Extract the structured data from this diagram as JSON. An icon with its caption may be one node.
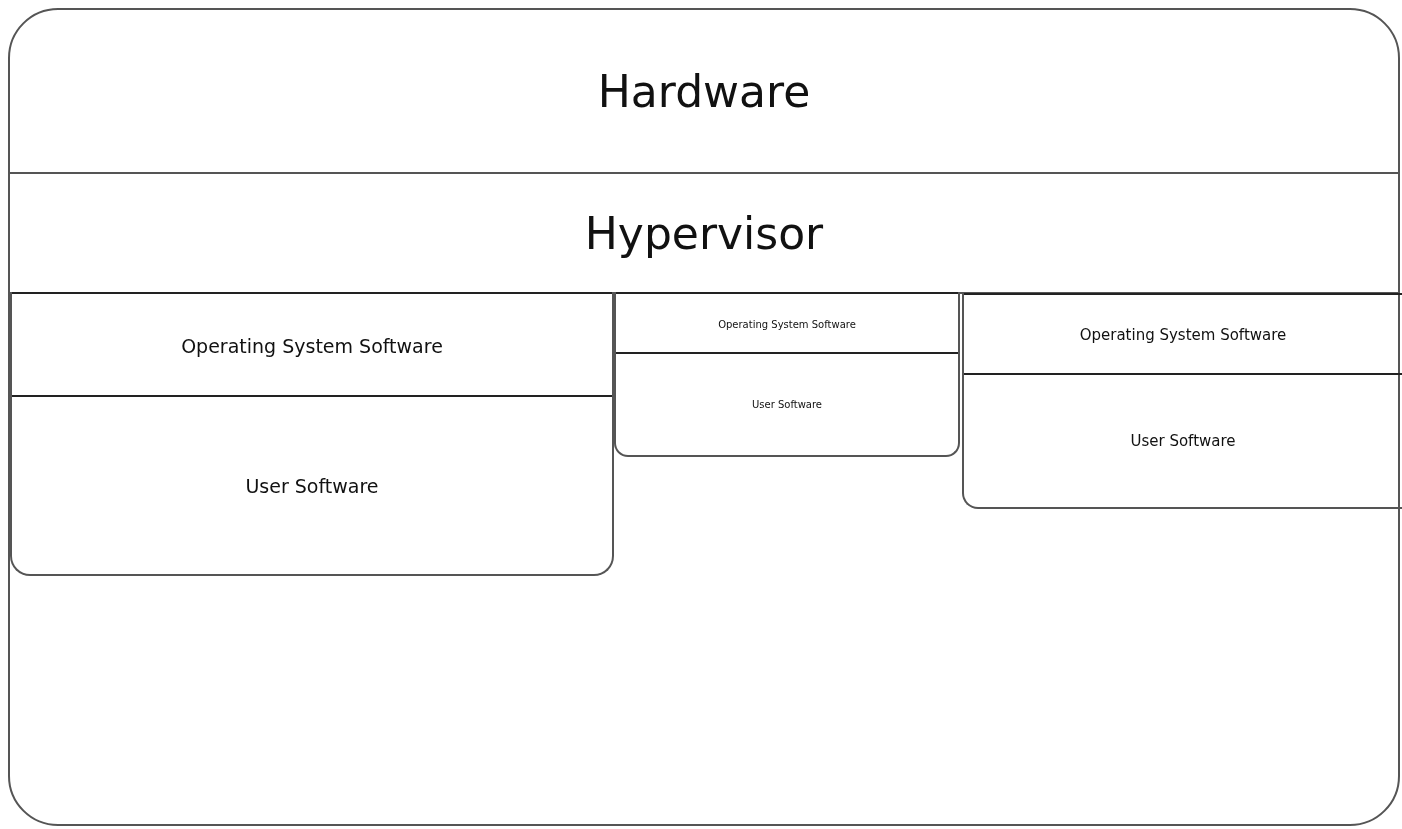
{
  "diagram": {
    "nodes": [
      {
        "text": [
          "Hardware"
        ]
      },
      {
        "text": [
          "Hypervisor"
        ],
        "in": 0
      },
      {
        "text": [],
        "shape": "box",
        "in": 0
      },
      {
        "text": [
          "Operating System Software"
        ],
        "in": 2
      },
      {
        "text": [
          "User Software"
        ],
        "in": 2
      },
      {
        "text": [],
        "shape": "box",
        "in": 0
      },
      {
        "text": [
          "Operating System Software"
        ],
        "in": 5
      },
      {
        "text": [
          "User Software"
        ],
        "in": 5
      },
      {
        "text": [],
        "shape": "box",
        "in": 0
      },
      {
        "text": [
          "Operating System Software"
        ],
        "in": 8
      },
      {
        "text": [
          "User Software"
        ],
        "in": 8
      }
    ]
  }
}
